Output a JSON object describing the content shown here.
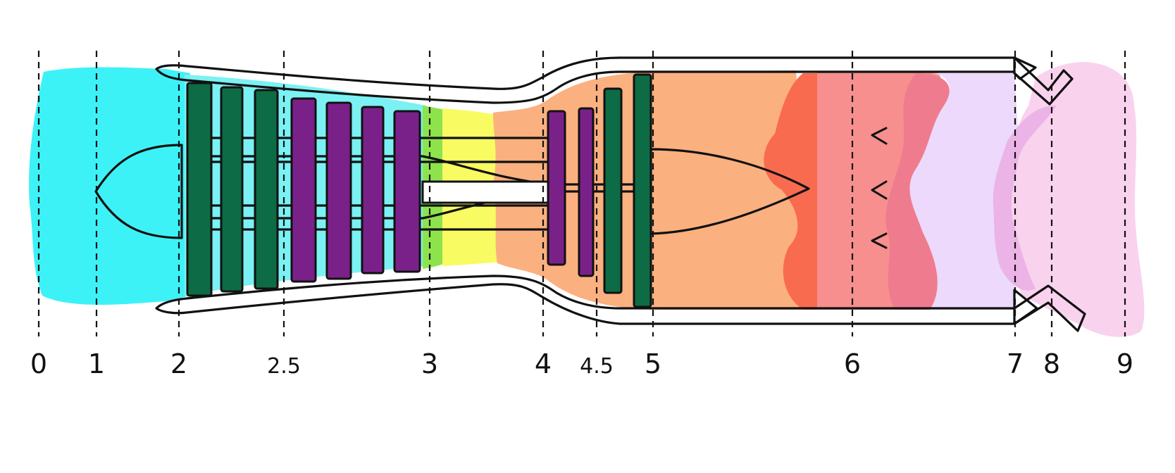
{
  "stations": [
    {
      "id": "s0",
      "label": "0"
    },
    {
      "id": "s1",
      "label": "1"
    },
    {
      "id": "s2",
      "label": "2"
    },
    {
      "id": "s2_5",
      "label": "2.5"
    },
    {
      "id": "s3",
      "label": "3"
    },
    {
      "id": "s4",
      "label": "4"
    },
    {
      "id": "s4_5",
      "label": "4.5"
    },
    {
      "id": "s5",
      "label": "5"
    },
    {
      "id": "s6",
      "label": "6"
    },
    {
      "id": "s7",
      "label": "7"
    },
    {
      "id": "s8",
      "label": "8"
    },
    {
      "id": "s9",
      "label": "9"
    }
  ],
  "colors": {
    "inlet": "#3df2f7",
    "compressor_flow": "#7bf1f3",
    "shaft_light": "#7bc03a",
    "shaft_dark": "#3c5a2d",
    "fan_blade": "#0d6b45",
    "hp_blade": "#7a2189",
    "combustor_green": "#8ee34d",
    "combustor_yellow": "#f8fb62",
    "hot_gas": "#fbb07f",
    "flame": "#f86b4e",
    "afterburner": "#f78f8f",
    "afterburner_edge": "#ef7c8e",
    "nozzle_flow": "#ecd9fb",
    "exhaust": "#f9d2ee",
    "exhaust_edge": "#ecb3e7",
    "casing": "#d1d1d1",
    "ink": "#111111"
  }
}
